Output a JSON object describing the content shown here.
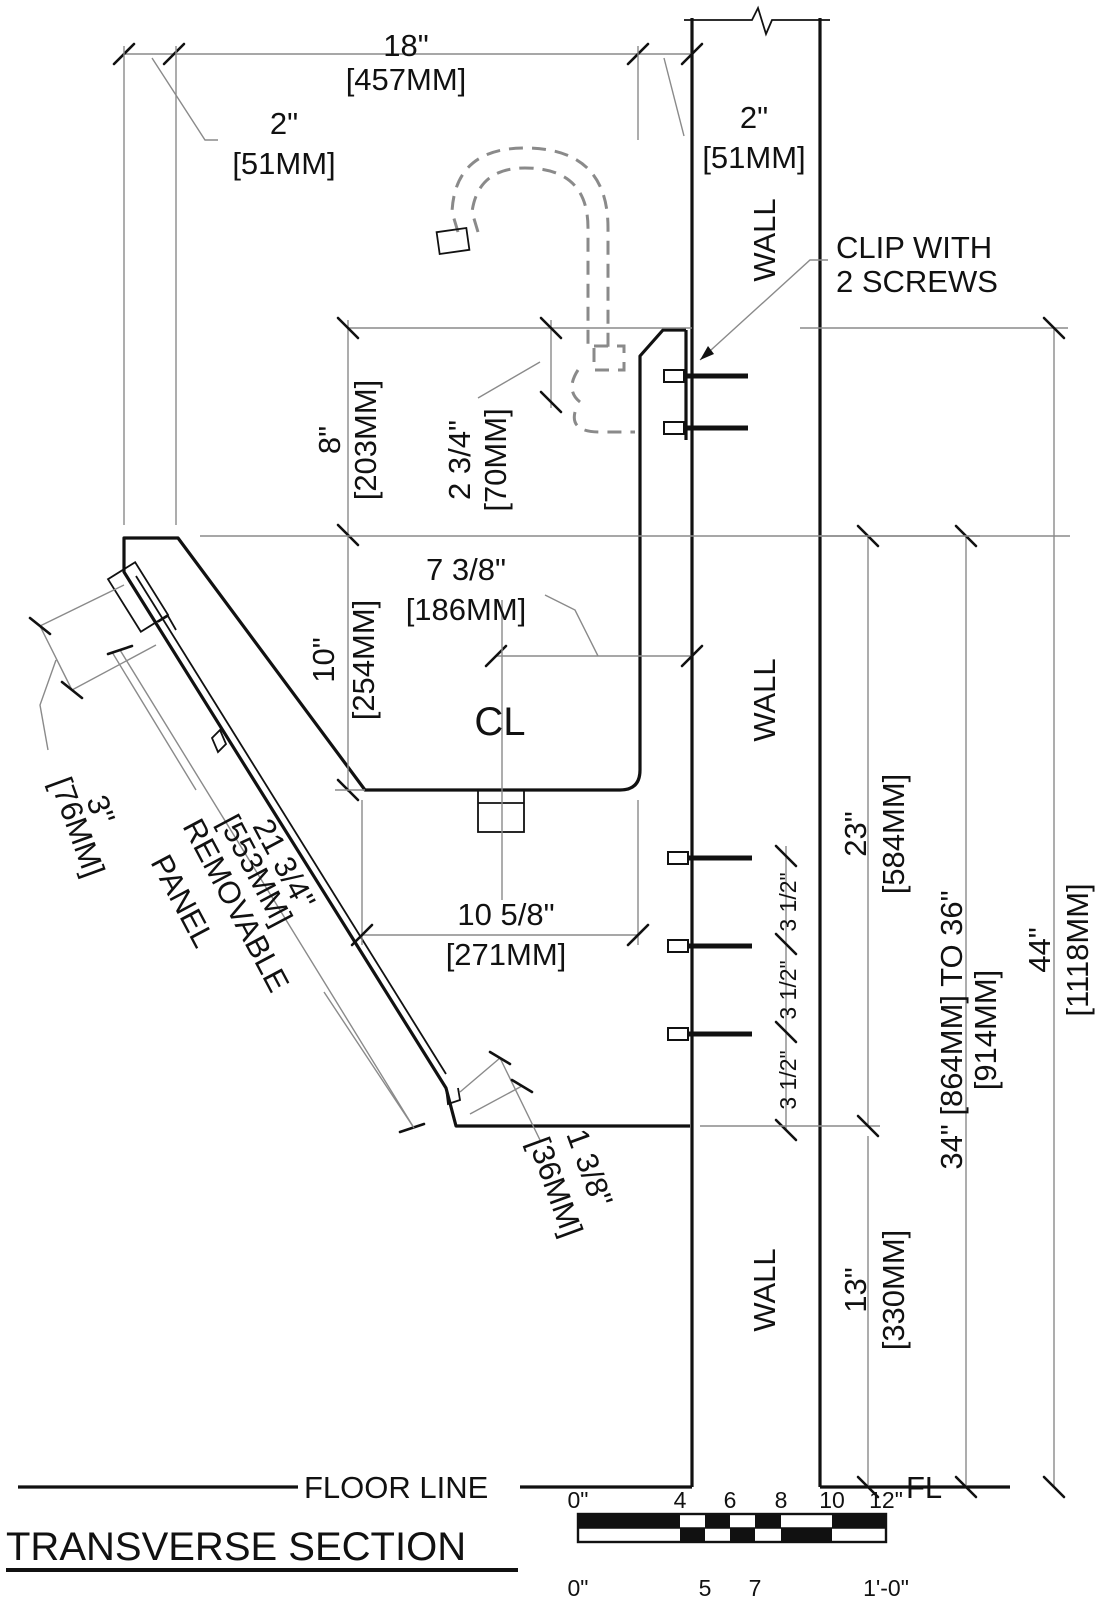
{
  "title": "TRANSVERSE SECTION",
  "floor_label": "FLOOR LINE",
  "fl_label": "FL",
  "wall_label": "WALL",
  "clip_note": [
    "CLIP WITH",
    "2 SCREWS"
  ],
  "centerline_symbol": "CL",
  "dimensions": {
    "overall_depth": [
      "18\"",
      "[457MM]"
    ],
    "top_left_offset": [
      "2\"",
      "[51MM]"
    ],
    "top_right_offset": [
      "2\"",
      "[51MM]"
    ],
    "backsplash_height": [
      "8\"",
      "[203MM]"
    ],
    "faucet_offset": [
      "2 3/4\"",
      "[70MM]"
    ],
    "bowl_center": [
      "7 3/8\"",
      "[186MM]"
    ],
    "bowl_depth": [
      "10\"",
      "[254MM]"
    ],
    "bowl_width": [
      "10 5/8\"",
      "[271MM]"
    ],
    "front_lip": [
      "3\"",
      "[76MM]"
    ],
    "panel": [
      "21 3/4\"",
      "[553MM]",
      "REMOVABLE",
      "PANEL"
    ],
    "panel_bottom": [
      "1 3/8\"",
      "[36MM]"
    ],
    "screw_spacing": "3 1/2\"",
    "bottom_height": [
      "23\"",
      "[584MM]"
    ],
    "rim_height": [
      "34\" [864MM] TO  36\"",
      "[914MM]"
    ],
    "overall_height": [
      "44\"",
      "[1118MM]"
    ],
    "floor_clearance": [
      "13\"",
      "[330MM]"
    ]
  },
  "scale_bar": {
    "top_ticks": [
      "0\"",
      "4",
      "6",
      "8",
      "10",
      "12\""
    ],
    "bottom_ticks": [
      "0\"",
      "5",
      "7",
      "1'-0\""
    ]
  }
}
